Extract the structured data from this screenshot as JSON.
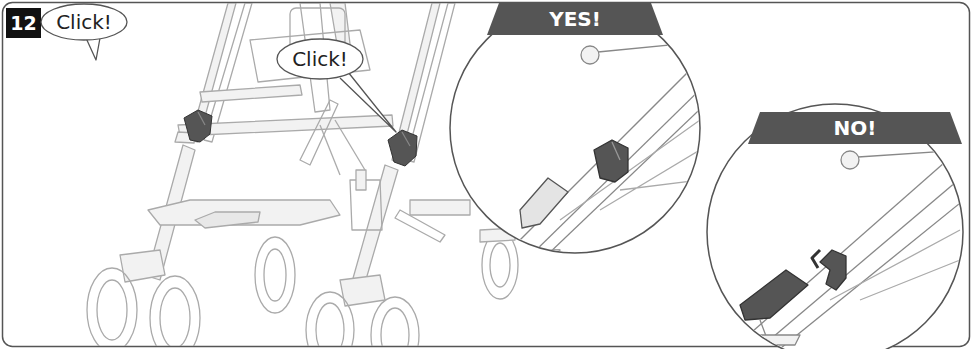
{
  "diagram": {
    "nodes": [
      {
        "text": [
          "12"
        ]
      },
      {
        "text": [
          "Click!"
        ]
      },
      {
        "text": [
          "Click!"
        ]
      },
      {
        "text": [
          "YES!"
        ]
      },
      {
        "text": [
          "NO!"
        ]
      }
    ]
  }
}
